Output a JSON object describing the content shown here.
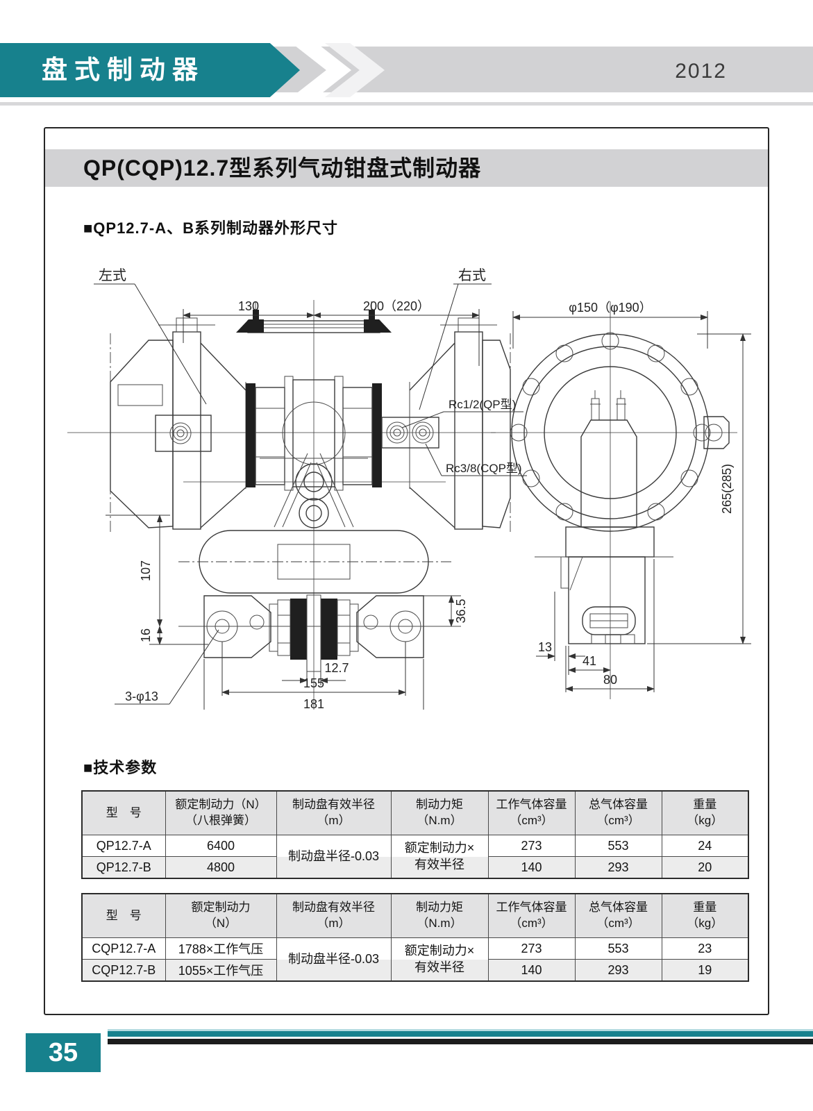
{
  "header": {
    "banner_title": "盘式制动器",
    "year": "2012"
  },
  "content": {
    "main_title": "QP(CQP)12.7型系列气动钳盘式制动器",
    "section_dimensions": "■QP12.7-A、B系列制动器外形尺寸",
    "section_specs": "■技术参数"
  },
  "drawing": {
    "left_type_label": "左式",
    "right_type_label": "右式",
    "dim_130": "130",
    "dim_200_220": "200（220）",
    "port_qp": "Rc1/2(QP型)",
    "port_cqp": "Rc3/8(CQP型)",
    "dim_107": "107",
    "dim_16": "16",
    "dim_36_5": "36.5",
    "dim_12_7": "12.7",
    "dim_155": "155",
    "dim_181": "181",
    "dim_3_phi13": "3-φ13",
    "dim_phi150_190": "φ150（φ190）",
    "dim_265_285": "265(285)",
    "dim_13": "13",
    "dim_41": "41",
    "dim_80": "80"
  },
  "tables": [
    {
      "headers": [
        "型　号",
        "额定制动力（N）\n（八根弹簧）",
        "制动盘有效半径\n（m）",
        "制动力矩\n（N.m）",
        "工作气体容量\n（cm³）",
        "总气体容量\n（cm³）",
        "重量\n（kg）"
      ],
      "merged_radius": "制动盘半径-0.03",
      "merged_torque": "额定制动力×\n有效半径",
      "rows": [
        {
          "model": "QP12.7-A",
          "force": "6400",
          "working_volume": "273",
          "total_volume": "553",
          "weight": "24"
        },
        {
          "model": "QP12.7-B",
          "force": "4800",
          "working_volume": "140",
          "total_volume": "293",
          "weight": "20"
        }
      ]
    },
    {
      "headers": [
        "型　号",
        "额定制动力\n（N）",
        "制动盘有效半径\n（m）",
        "制动力矩\n（N.m）",
        "工作气体容量\n（cm³）",
        "总气体容量\n（cm³）",
        "重量\n（kg）"
      ],
      "merged_radius": "制动盘半径-0.03",
      "merged_torque": "额定制动力×\n有效半径",
      "rows": [
        {
          "model": "CQP12.7-A",
          "force": "1788×工作气压",
          "working_volume": "273",
          "total_volume": "553",
          "weight": "23"
        },
        {
          "model": "CQP12.7-B",
          "force": "1055×工作气压",
          "working_volume": "140",
          "total_volume": "293",
          "weight": "19"
        }
      ]
    }
  ],
  "footer": {
    "page_number": "35"
  },
  "colors": {
    "teal": "#17818D",
    "banner_gray": "#d2d2d4",
    "table_header_bg": "#e2e2e3",
    "row_alt_bg": "#ececec",
    "stripe_black": "#1c1c1c"
  }
}
